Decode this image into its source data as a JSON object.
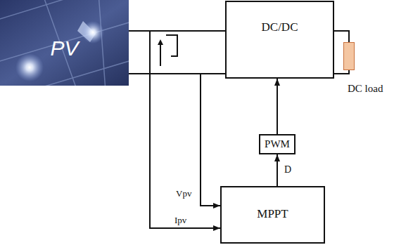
{
  "diagram": {
    "nodes": [
      {
        "text": [
          "PV"
        ]
      },
      {
        "text": [
          "DC/DC"
        ]
      },
      {
        "text": [
          "DC load"
        ]
      },
      {
        "text": [
          "PWM"
        ]
      },
      {
        "text": [
          "MPPT"
        ]
      }
    ],
    "edges": [
      {
        "from": 0,
        "to": 1,
        "arrow": "none"
      },
      {
        "from": 0,
        "to": 1,
        "arrow": "none"
      },
      {
        "from": 1,
        "to": 2,
        "arrow": "none"
      },
      {
        "from": 1,
        "to": 2,
        "arrow": "none"
      },
      {
        "from": 0,
        "to": 4,
        "arrow": "to",
        "label": "Vpv"
      },
      {
        "from": 0,
        "to": 4,
        "arrow": "to",
        "label": "Ipv"
      },
      {
        "from": 4,
        "to": 3,
        "arrow": "to",
        "label": "D"
      },
      {
        "from": 3,
        "to": 1,
        "arrow": "to"
      }
    ]
  }
}
